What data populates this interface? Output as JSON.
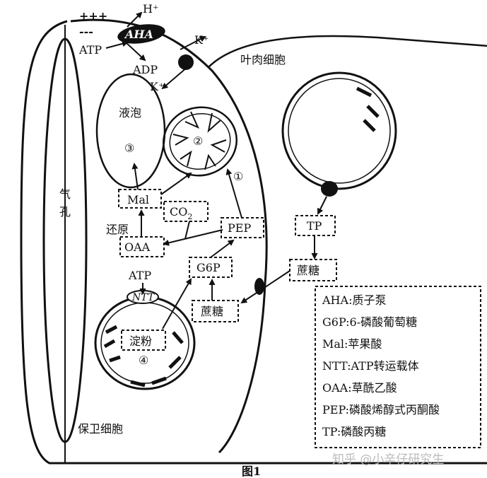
{
  "signs": {
    "plus": "+++",
    "minus": "---"
  },
  "labels": {
    "h_plus": "H⁺",
    "aha": "AHA",
    "k_plus_top": "K⁺",
    "atp_top": "ATP",
    "adp": "ADP",
    "k_plus_in": "K⁺",
    "ye_rou": "叶肉细胞",
    "vacuole": "液泡",
    "num3": "③",
    "num2": "②",
    "num1": "①",
    "qi": "气",
    "kong": "孔",
    "mal": "Mal",
    "co2": "CO",
    "co2_sub": "2",
    "huan_yuan": "还原",
    "pep": "PEP",
    "oaa": "OAA",
    "tp": "TP",
    "g6p": "G6P",
    "zhe_tang_right": "蔗糖",
    "zhe_tang_left": "蔗糖",
    "atp_bottom": "ATP",
    "ntt": "NTT",
    "dian_fen": "淀粉",
    "num4": "④",
    "bao_wei": "保卫细胞",
    "figure": "图1"
  },
  "legend": [
    "AHA:质子泵",
    "G6P:6-磷酸葡萄糖",
    "Mal:苹果酸",
    "NTT:ATP转运载体",
    "OAA:草酰乙酸",
    "PEP:磷酸烯醇式丙酮酸",
    "TP:磷酸丙糖"
  ],
  "watermark": "知乎 @小辛仔研究生"
}
